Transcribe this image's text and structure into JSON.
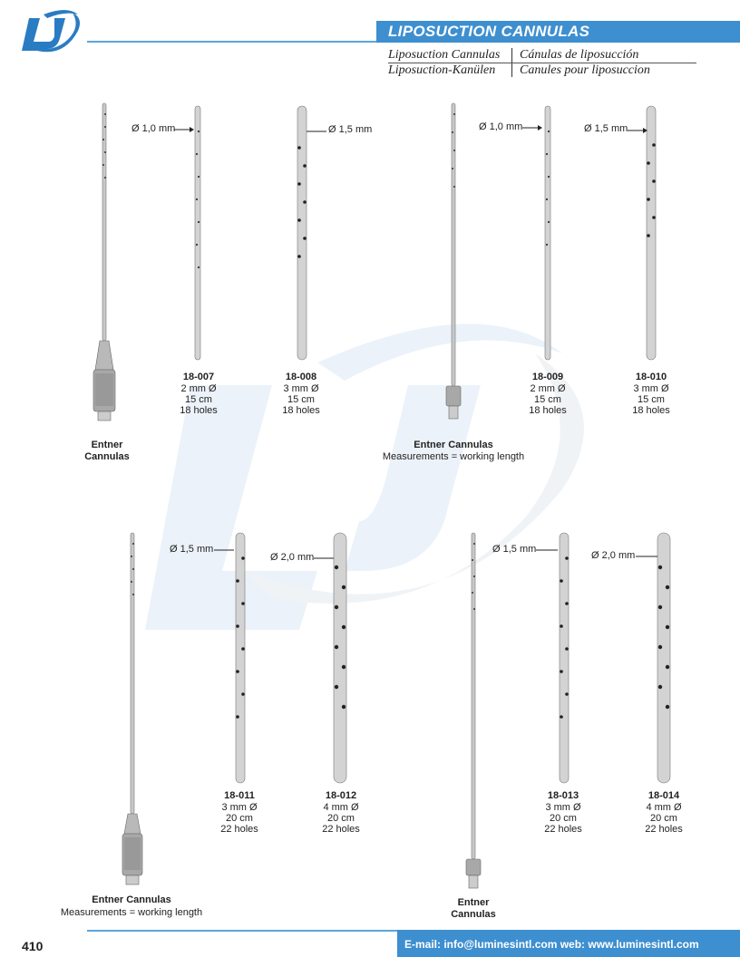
{
  "header": {
    "logo_text": "LI",
    "title": "LIPOSUCTION CANNULAS",
    "sub_en": "Liposuction Cannulas",
    "sub_es": "Cánulas de liposucción",
    "sub_de": "Liposuction-Kanülen",
    "sub_fr": "Canules pour liposuccion"
  },
  "top": {
    "entner_left": "Entner Cannulas",
    "entner_mid": "Entner Cannulas",
    "note_mid": "Measurements = working length",
    "products": [
      {
        "code": "18-007",
        "diam": "2 mm Ø",
        "len": "15 cm",
        "holes": "18 holes",
        "tip": "Ø 1,0 mm"
      },
      {
        "code": "18-008",
        "diam": "3 mm Ø",
        "len": "15 cm",
        "holes": "18 holes",
        "tip": "Ø 1,5 mm"
      },
      {
        "code": "18-009",
        "diam": "2 mm Ø",
        "len": "15 cm",
        "holes": "18 holes",
        "tip": "Ø 1,0 mm"
      },
      {
        "code": "18-010",
        "diam": "3 mm Ø",
        "len": "15 cm",
        "holes": "18 holes",
        "tip": "Ø 1,5 mm"
      }
    ]
  },
  "bottom": {
    "entner_left": "Entner Cannulas",
    "note_left": "Measurements = working length",
    "entner_right": "Entner Cannulas",
    "products": [
      {
        "code": "18-011",
        "diam": "3 mm Ø",
        "len": "20 cm",
        "holes": "22 holes",
        "tip": "Ø 1,5 mm"
      },
      {
        "code": "18-012",
        "diam": "4 mm Ø",
        "len": "20 cm",
        "holes": "22 holes",
        "tip": "Ø 2,0 mm"
      },
      {
        "code": "18-013",
        "diam": "3 mm Ø",
        "len": "20 cm",
        "holes": "22 holes",
        "tip": "Ø 1,5 mm"
      },
      {
        "code": "18-014",
        "diam": "4 mm Ø",
        "len": "20 cm",
        "holes": "22 holes",
        "tip": "Ø 2,0 mm"
      }
    ]
  },
  "footer": {
    "page": "410",
    "contact": "E-mail: info@luminesintl.com  web: www.luminesintl.com"
  },
  "colors": {
    "accent": "#3d8fd0",
    "line": "#5aa6da"
  }
}
